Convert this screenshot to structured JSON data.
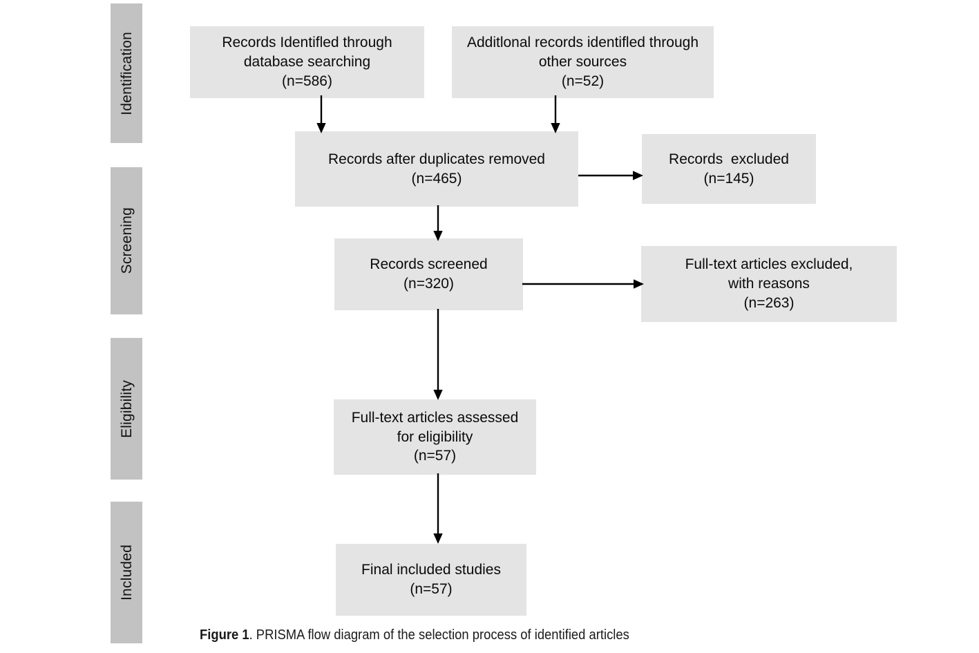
{
  "figure": {
    "caption_label": "Figure 1",
    "caption_text": ". PRISMA flow diagram of the selection process of identified articles"
  },
  "colors": {
    "stage_bar": "#c2c2c2",
    "box_fill": "#e4e4e4",
    "arrow": "#000000",
    "text": "#0a0a0a",
    "background": "#ffffff"
  },
  "stages": [
    {
      "label": "Identification"
    },
    {
      "label": "Screening"
    },
    {
      "label": "Eligibility"
    },
    {
      "label": "Included"
    }
  ],
  "boxes": {
    "records_db": {
      "line1": "Records Identifled through",
      "line2": "database searching",
      "line3": "(n=586)"
    },
    "records_other": {
      "line1": "Additlonal records identifled through",
      "line2": "other sources",
      "line3": "(n=52)"
    },
    "duplicates_removed": {
      "line1": "Records after duplicates removed",
      "line2": "(n=465)"
    },
    "records_excluded": {
      "line1": "Records  excluded",
      "line2": "(n=145)"
    },
    "records_screened": {
      "line1": "Records screened",
      "line2": "(n=320)"
    },
    "fulltext_excluded": {
      "line1": "Full-text articles excluded,",
      "line2": "with reasons",
      "line3": "(n=263)"
    },
    "fulltext_assessed": {
      "line1": "Full-text articles assessed",
      "line2": "for eligibility",
      "line3": "(n=57)"
    },
    "final_included": {
      "line1": "Final included studies",
      "line2": "(n=57)"
    }
  },
  "chart_data": {
    "type": "diagram",
    "title": "PRISMA flow diagram of the selection process of identified articles",
    "stages": [
      "Identification",
      "Screening",
      "Eligibility",
      "Included"
    ],
    "nodes": [
      {
        "id": "records_db",
        "stage": "Identification",
        "label": "Records Identifled through database searching",
        "n": 586
      },
      {
        "id": "records_other",
        "stage": "Identification",
        "label": "Additlonal records identifled through other sources",
        "n": 52
      },
      {
        "id": "duplicates_removed",
        "stage": "Screening",
        "label": "Records after duplicates removed",
        "n": 465
      },
      {
        "id": "records_excluded",
        "stage": "Screening",
        "label": "Records  excluded",
        "n": 145
      },
      {
        "id": "records_screened",
        "stage": "Screening",
        "label": "Records screened",
        "n": 320
      },
      {
        "id": "fulltext_excluded",
        "stage": "Screening",
        "label": "Full-text articles excluded, with reasons",
        "n": 263
      },
      {
        "id": "fulltext_assessed",
        "stage": "Eligibility",
        "label": "Full-text articles assessed for eligibility",
        "n": 57
      },
      {
        "id": "final_included",
        "stage": "Included",
        "label": "Final included studies",
        "n": 57
      }
    ],
    "edges": [
      {
        "from": "records_db",
        "to": "duplicates_removed",
        "direction": "down"
      },
      {
        "from": "records_other",
        "to": "duplicates_removed",
        "direction": "down"
      },
      {
        "from": "duplicates_removed",
        "to": "records_excluded",
        "direction": "right"
      },
      {
        "from": "duplicates_removed",
        "to": "records_screened",
        "direction": "down"
      },
      {
        "from": "records_screened",
        "to": "fulltext_excluded",
        "direction": "right"
      },
      {
        "from": "records_screened",
        "to": "fulltext_assessed",
        "direction": "down"
      },
      {
        "from": "fulltext_assessed",
        "to": "final_included",
        "direction": "down"
      }
    ]
  }
}
